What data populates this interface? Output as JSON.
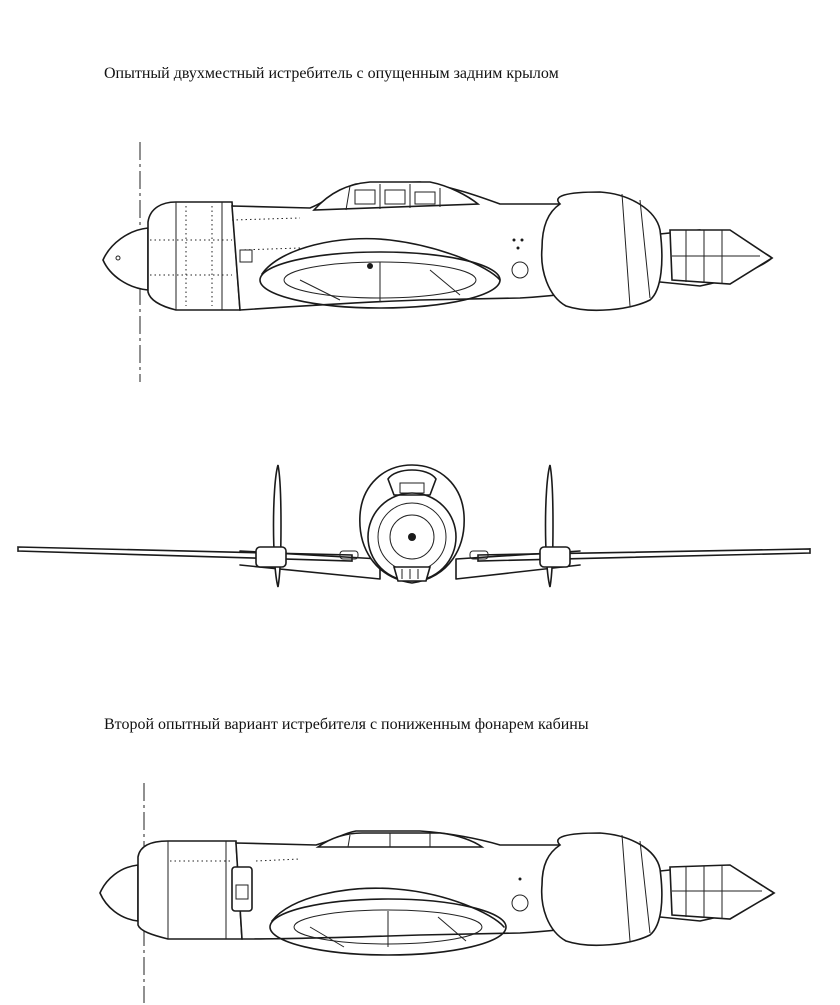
{
  "captions": {
    "top": "Опытный двухместный истребитель с опущенным задним крылом",
    "bottom": "Второй опытный вариант истребителя с пониженным фонарем кабины"
  },
  "drawings": {
    "side_view_1": "side-view",
    "front_view": "front-view",
    "side_view_2": "side-view"
  }
}
